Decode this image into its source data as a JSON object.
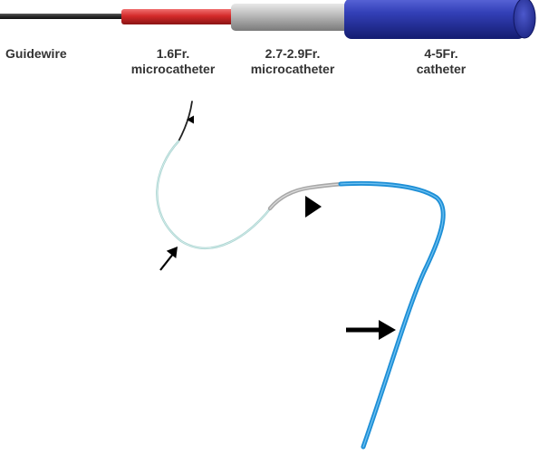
{
  "labels": {
    "guidewire": "Guidewire",
    "micro16_line1": "1.6Fr.",
    "micro16_line2": "microcatheter",
    "micro27_line1": "2.7-2.9Fr.",
    "micro27_line2": "microcatheter",
    "catheter_line1": "4-5Fr.",
    "catheter_line2": "catheter"
  },
  "colors": {
    "guidewire": "#2b2b2b",
    "micro16": "#d42a2a",
    "micro27": "#b8b8b8",
    "catheter": "#2f3fb0",
    "catheter_curve": "#1e8fd6",
    "micro_curve": "#a9d3d0",
    "arrow": "#000000"
  }
}
